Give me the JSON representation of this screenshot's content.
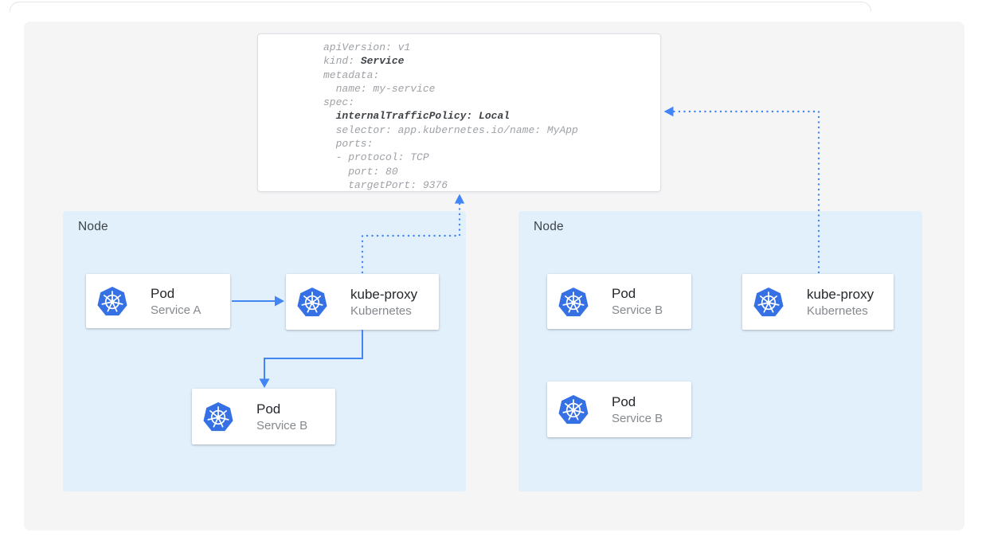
{
  "colors": {
    "canvas_gray": "#f5f5f6",
    "node_fill": "#e2f0fc",
    "arrow_blue": "#4285f4",
    "k8s_blue": "#3570e4",
    "code_text": "#9ea1a6",
    "code_bold": "#3f4347"
  },
  "code_block": {
    "language": "yaml",
    "lines": [
      {
        "segments": [
          {
            "text": "apiVersion: v1"
          }
        ]
      },
      {
        "segments": [
          {
            "text": "kind: "
          },
          {
            "text": "Service",
            "bold": true
          }
        ]
      },
      {
        "segments": [
          {
            "text": "metadata:"
          }
        ]
      },
      {
        "segments": [
          {
            "text": "  name: my-service"
          }
        ]
      },
      {
        "segments": [
          {
            "text": "spec:"
          }
        ]
      },
      {
        "segments": [
          {
            "text": "  "
          },
          {
            "text": "internalTrafficPolicy: Local",
            "bold": true
          }
        ]
      },
      {
        "segments": [
          {
            "text": "  selector: app.kubernetes.io/name: MyApp"
          }
        ]
      },
      {
        "segments": [
          {
            "text": "  ports:"
          }
        ]
      },
      {
        "segments": [
          {
            "text": "  - protocol: TCP"
          }
        ]
      },
      {
        "segments": [
          {
            "text": "    port: 80"
          }
        ]
      },
      {
        "segments": [
          {
            "text": "    targetPort: 9376"
          }
        ]
      }
    ]
  },
  "nodes": [
    {
      "label": "Node",
      "cards": [
        {
          "title": "Pod",
          "subtitle": "Service A",
          "icon": "kubernetes-icon"
        },
        {
          "title": "kube-proxy",
          "subtitle": "Kubernetes",
          "icon": "kubernetes-icon"
        },
        {
          "title": "Pod",
          "subtitle": "Service B",
          "icon": "kubernetes-icon"
        }
      ]
    },
    {
      "label": "Node",
      "cards": [
        {
          "title": "Pod",
          "subtitle": "Service B",
          "icon": "kubernetes-icon"
        },
        {
          "title": "kube-proxy",
          "subtitle": "Kubernetes",
          "icon": "kubernetes-icon"
        },
        {
          "title": "Pod",
          "subtitle": "Service B",
          "icon": "kubernetes-icon"
        }
      ]
    }
  ],
  "connections": [
    {
      "from": "pod-service-a",
      "to": "kube-proxy-left",
      "style": "solid-arrow"
    },
    {
      "from": "kube-proxy-left",
      "to": "pod-service-b-left",
      "style": "solid-arrow"
    },
    {
      "from": "kube-proxy-left",
      "to": "service-manifest",
      "style": "dotted-arrow"
    },
    {
      "from": "kube-proxy-right",
      "to": "service-manifest",
      "style": "dotted-arrow"
    }
  ]
}
